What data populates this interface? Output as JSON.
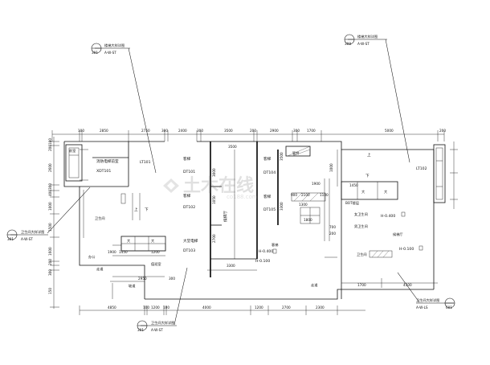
{
  "dims_top": [
    "100",
    "2850",
    "2750",
    "300",
    "2400",
    "300",
    "3500",
    "200",
    "2900",
    "300",
    "1700",
    "5000",
    "200"
  ],
  "dims_left": [
    "100",
    "200",
    "2600",
    "300",
    "400",
    "1000",
    "1500",
    "1600",
    "200",
    "300",
    "150"
  ],
  "dims_bottom": [
    "4850",
    "100",
    "1200",
    "100",
    "4000",
    "1200",
    "2700",
    "2300"
  ],
  "dims_inner": {
    "d2950": "2950",
    "d300": "300",
    "d1700": "1700",
    "d4300": "4300",
    "d3500": "3500",
    "d3300": "3300",
    "d900": "900",
    "d2700": "2700",
    "d2100": "2100",
    "d1450": "1450",
    "d300b": "300",
    "d1900": "1900",
    "d1300": "1300",
    "d1100": "1100",
    "d1200": "1200",
    "d1800": "1800",
    "d1000": "1000",
    "d700": "700",
    "d3000": "3000",
    "d4000": "4000",
    "d200": "200",
    "d1900b": "1900",
    "d1450b": "1450",
    "d1050": "1050",
    "d2950v": "2950",
    "d3500v": "3500",
    "d3300v": "3300"
  },
  "labels": {
    "lt101": "LT101",
    "lt102": "LT102",
    "xdt101": "XDT101",
    "dt101": "DT101",
    "dt102": "DT102",
    "dt103": "DT103",
    "dt104": "DT104",
    "dt105": "DT105",
    "equip": "消防电梯前室",
    "stair_left": "下",
    "stair_up": "上",
    "stair_right": "上",
    "stair_right2": "下",
    "lobby": "候梯厅",
    "lobby2": "候梯厅",
    "ele1": "客梯",
    "ele2": "客梯",
    "ele3": "客梯",
    "ele4": "客梯",
    "ele5": "大堂电梯",
    "ele6": "客梯",
    "guard": "值班室",
    "well": "管井",
    "bathroom": "卫生间",
    "h_label": "H-0.400",
    "h_label2": "H-0.100",
    "h_label3": "H-0.100",
    "h_label4": "H-0.400",
    "ramp": "坡道",
    "corr": "走道",
    "office": "办公",
    "wc_left": "卫生间",
    "room_left": "前室",
    "room_mid": "走道",
    "note_big": "女卫生间",
    "note_big2": "男卫生间",
    "bot": "BOT楼层",
    "k1": "大",
    "k2": "大",
    "k3": "大",
    "k4": "大"
  },
  "callouts": {
    "c1": {
      "title": "楼梯大样详图",
      "num": "301",
      "ref": "A-W-ST"
    },
    "c2": {
      "title": "楼梯大样详图",
      "num": "308",
      "ref": "A-W-ST"
    },
    "c3": {
      "title": "卫生间大样详图",
      "num": "301",
      "ref": "A-W-ST"
    },
    "c4": {
      "title": "卫生间大样详图",
      "num": "301",
      "ref": "A-W-ST"
    },
    "c5": {
      "title": "卫生间大样详图",
      "num": "601",
      "ref": "A-W-LS"
    }
  },
  "watermark": {
    "name": "土木在线",
    "url": "co188.com"
  }
}
